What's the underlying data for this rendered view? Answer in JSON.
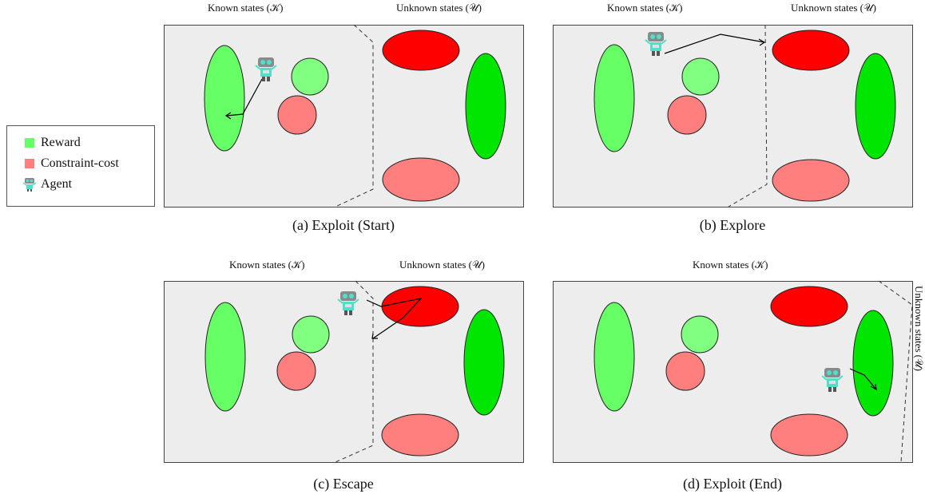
{
  "legend": {
    "items": [
      {
        "label": "Reward",
        "color": "#66ff66"
      },
      {
        "label": "Constraint-cost",
        "color": "#ff7f7f"
      },
      {
        "label": "Agent",
        "icon": "robot-icon"
      }
    ]
  },
  "labels": {
    "known": "Known states (𝒦)",
    "unknown": "Unknown states (𝒰)"
  },
  "panels": [
    {
      "id": "a",
      "caption": "(a) Exploit (Start)"
    },
    {
      "id": "b",
      "caption": "(b) Explore"
    },
    {
      "id": "c",
      "caption": "(c) Escape"
    },
    {
      "id": "d",
      "caption": "(d) Exploit (End)"
    }
  ],
  "colors": {
    "background": "#ededed",
    "reward_known": "#66ff66",
    "reward_unknown": "#00e600",
    "cost_known": "#ff7f7f",
    "cost_unknown": "#ff0000"
  }
}
